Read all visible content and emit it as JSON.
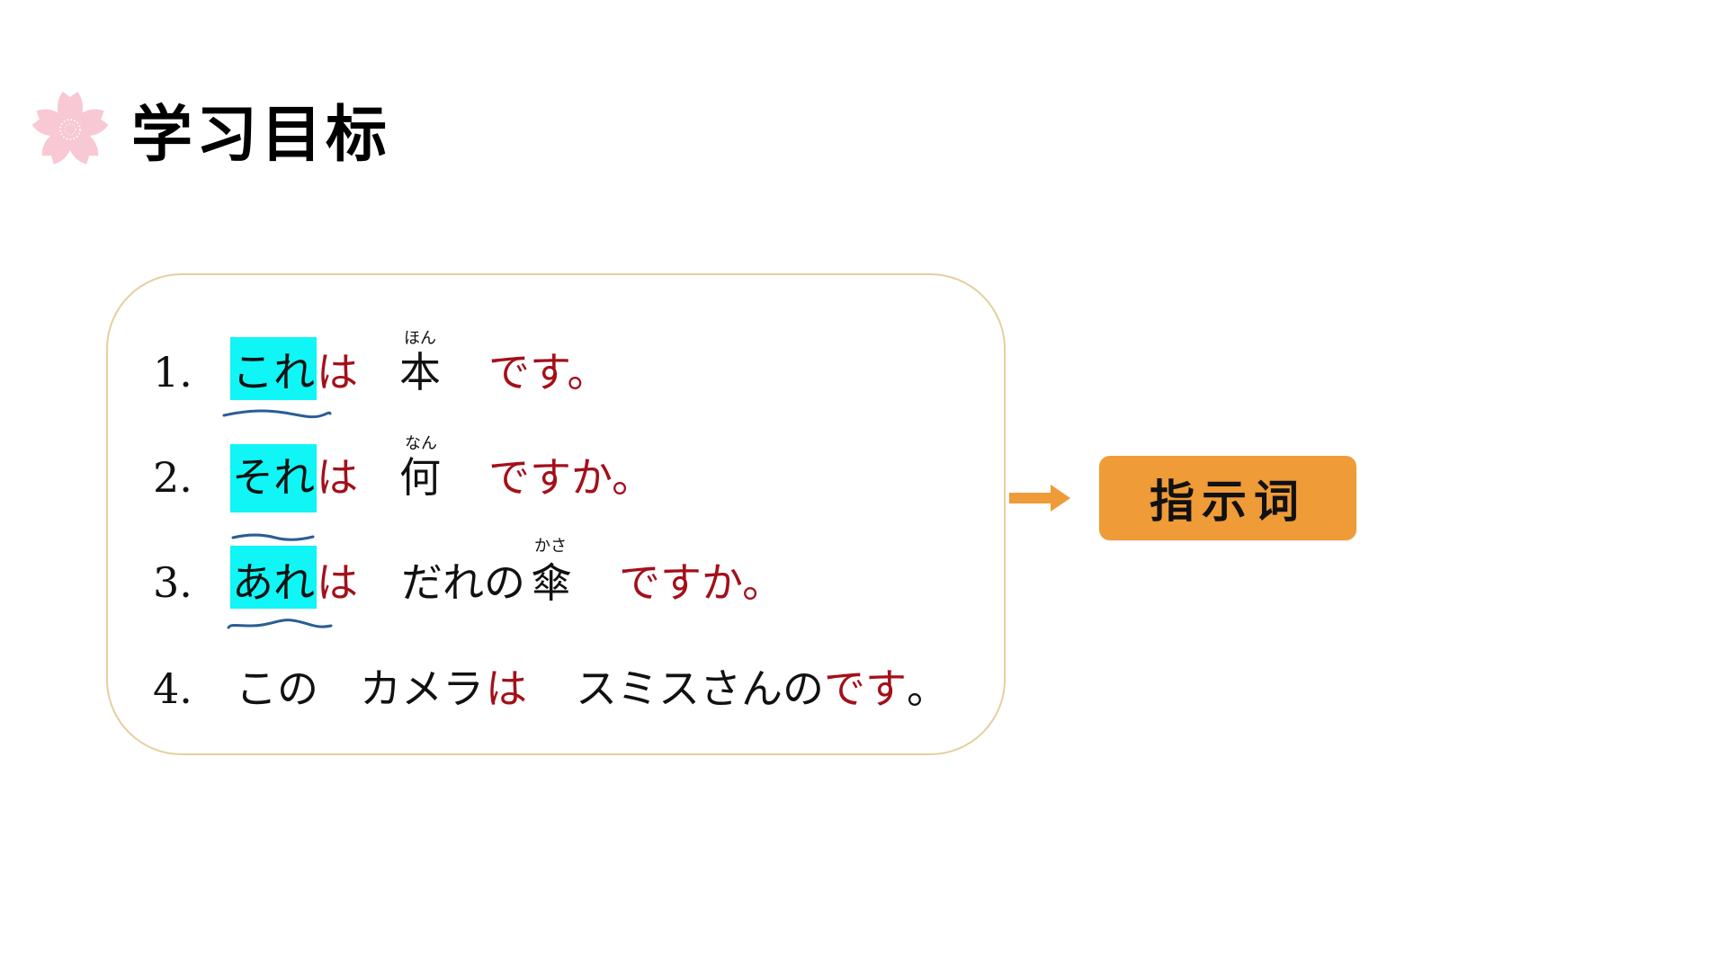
{
  "header": {
    "icon": "sakura-flower-icon",
    "title": "学习目标"
  },
  "sentences": [
    {
      "number": "1.",
      "demonstrative": "これ",
      "particle": "は",
      "noun": "本",
      "noun_ruby": "ほん",
      "copula": "です。"
    },
    {
      "number": "2.",
      "demonstrative": "それ",
      "particle": "は",
      "noun": "何",
      "noun_ruby": "なん",
      "copula": "ですか。"
    },
    {
      "number": "3.",
      "demonstrative": "あれ",
      "particle": "は",
      "noun_prefix": "だれの",
      "noun": "傘",
      "noun_ruby": "かさ",
      "copula": "ですか。"
    },
    {
      "number": "4.",
      "demonstrative": "この",
      "noun": "カメラ",
      "particle": "は",
      "owner": "スミスさんの",
      "copula": "です",
      "period": "。"
    }
  ],
  "concept_button": {
    "label": "指示词"
  },
  "colors": {
    "highlight": "#10f5f5",
    "particle_red": "#a3101a",
    "card_border": "#e4cf9f",
    "button_orange": "#ef9b38",
    "underline_blue": "#2a5d96",
    "flower_pink": "#f8c8d4"
  }
}
